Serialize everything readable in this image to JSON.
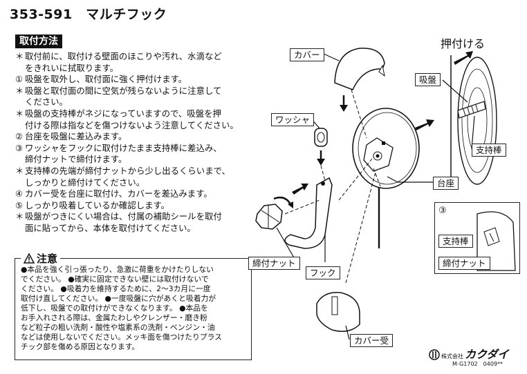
{
  "title": "353-591　マルチフック",
  "section_heading": "取付方法",
  "instructions": [
    {
      "mark": "＊",
      "lines": [
        "取付前に、取付ける壁面のほこりや汚れ、水滴など",
        "をきれいに拭取ります。"
      ]
    },
    {
      "mark": "①",
      "lines": [
        "吸盤を取外し、取付面に強く押付けます。"
      ]
    },
    {
      "mark": "＊",
      "lines": [
        "吸盤と取付面の間に空気が残らないように注意して",
        "ください。"
      ]
    },
    {
      "mark": "＊",
      "lines": [
        "吸盤の支持棒がネジになっていますので、吸盤を押",
        "付ける際は指などを傷つけないよう注意してください。"
      ]
    },
    {
      "mark": "②",
      "lines": [
        "台座を吸盤に差込みます。"
      ]
    },
    {
      "mark": "③",
      "lines": [
        "ワッシャをフックに取付けたまま支持棒に差込み、",
        "締付ナットで締付けます。"
      ]
    },
    {
      "mark": "＊",
      "lines": [
        "支持棒の先端が締付ナットから少し出るくらいまで、",
        "しっかりと締付けてください。"
      ]
    },
    {
      "mark": "④",
      "lines": [
        "カバー受を台座に取付け、カバーを差込みます。"
      ]
    },
    {
      "mark": "⑤",
      "lines": [
        "しっかり吸着しているか確認します。"
      ]
    },
    {
      "mark": "＊",
      "lines": [
        "吸盤がつきにくい場合は、付属の補助シールを取付",
        "面に貼ってから、本体を取付けてください。"
      ]
    }
  ],
  "caution": {
    "title": "注意",
    "lines": [
      "●本品を強く引っ張ったり、急激に荷重をかけたりしない",
      "でください。 ●確実に固定できない壁には取付けないで",
      "ください。 ●吸着力を維持するために、2～3カ月に一度",
      "取付け直してください。 ●一度吸盤に穴があくと吸着力が",
      "低下し、吸盤での取付けができなくなります。 ●本品を",
      "お手入れされる際は、金属たわしやクレンザー・磨き粉",
      "など粒子の粗い洗剤・酸性や塩素系の洗剤・ベンジン・油",
      "などは使用しないでください。メッキ面を傷つけたりプラス",
      "チック部を傷める原因となります。"
    ]
  },
  "labels": {
    "cover": "カバー",
    "washer": "ワッシャ",
    "suction": "吸盤",
    "support_rod": "支持棒",
    "base": "台座",
    "nut": "締付ナット",
    "hook": "フック",
    "cover_receiver": "カバー受",
    "push": "押付ける",
    "inset_number": "③",
    "inset_rod": "支持棒",
    "inset_nut": "締付ナット"
  },
  "footer": {
    "company_small": "株式会社",
    "brand": "カクダイ",
    "code": "M-G1702　0409**"
  }
}
